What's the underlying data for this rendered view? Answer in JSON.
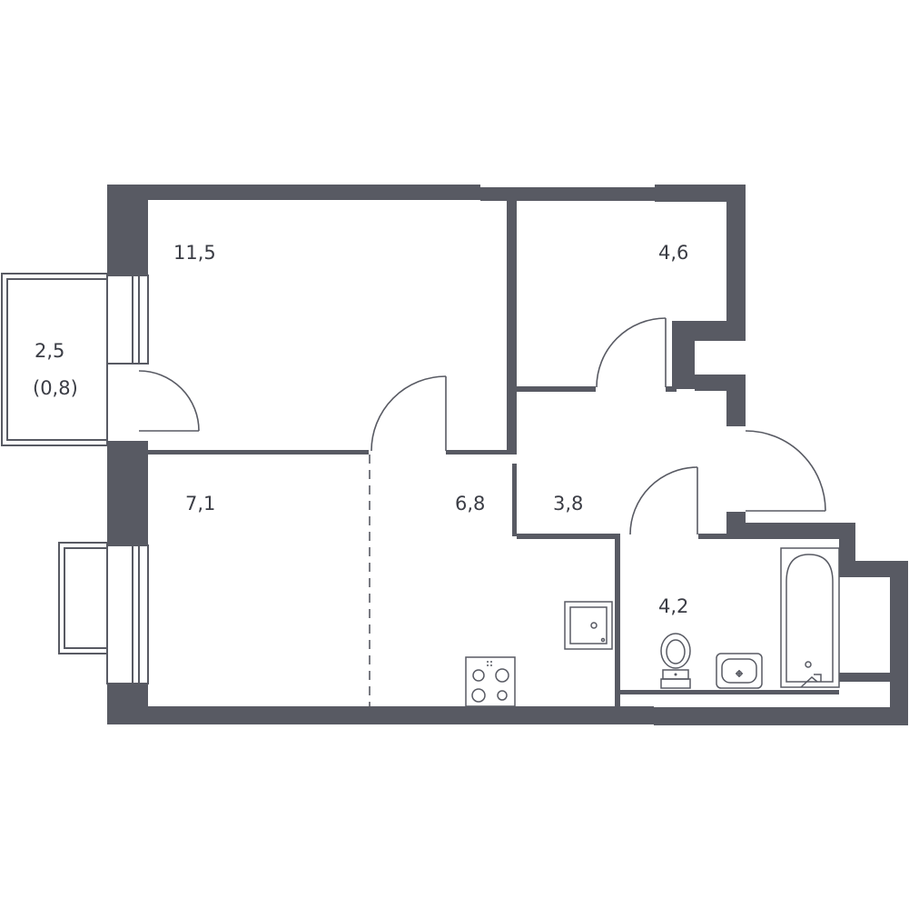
{
  "rooms": {
    "living_room_area": "11,5",
    "storage_area": "4,6",
    "balcony_area": "2,5",
    "balcony_reduced_area": "(0,8)",
    "bedroom_area": "7,1",
    "kitchen_area": "6,8",
    "hall_area": "3,8",
    "bathroom_area": "4,2"
  },
  "colors": {
    "wall": "#585a63",
    "label": "#3b3d45",
    "background": "#ffffff"
  }
}
